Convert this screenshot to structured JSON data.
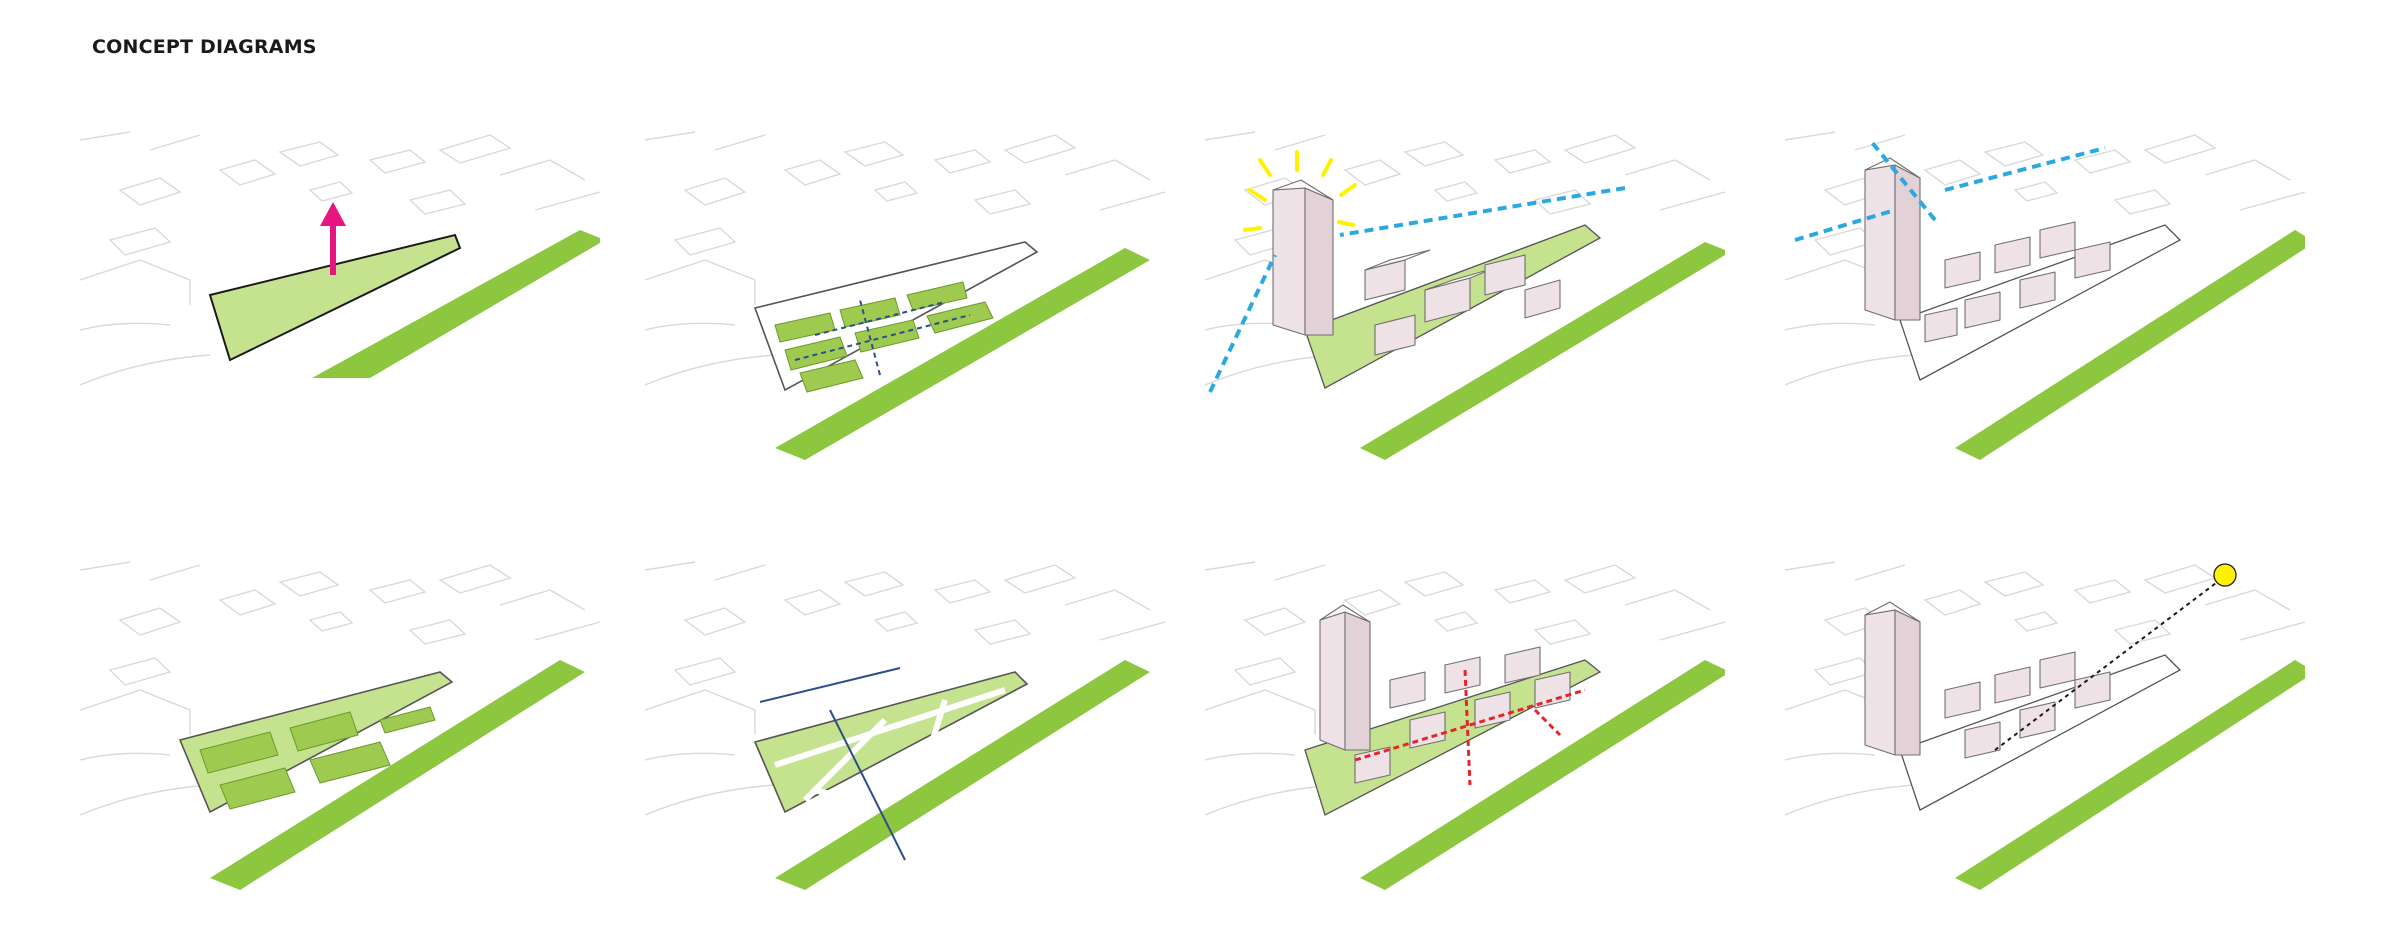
{
  "header": {
    "title": "CONCEPT DIAGRAMS"
  },
  "colors": {
    "park_green": "#8dc63f",
    "site_green": "#c5e28e",
    "site_green_dark": "#9dca4f",
    "magenta_arrow": "#e6157f",
    "sight_line_blue": "#29a9e0",
    "sun_yellow": "#fff200",
    "path_red": "#e4262b",
    "path_navy": "#2e4d8c",
    "building_pink": "#efe2e6"
  },
  "icons": [
    "up-arrow-icon",
    "sun-rays-icon",
    "sun-icon",
    "dashed-arrow-icon"
  ],
  "diagrams": [
    {
      "id": 1
    },
    {
      "id": 2
    },
    {
      "id": 3
    },
    {
      "id": 4
    },
    {
      "id": 5
    },
    {
      "id": 6
    },
    {
      "id": 7
    },
    {
      "id": 8
    }
  ]
}
